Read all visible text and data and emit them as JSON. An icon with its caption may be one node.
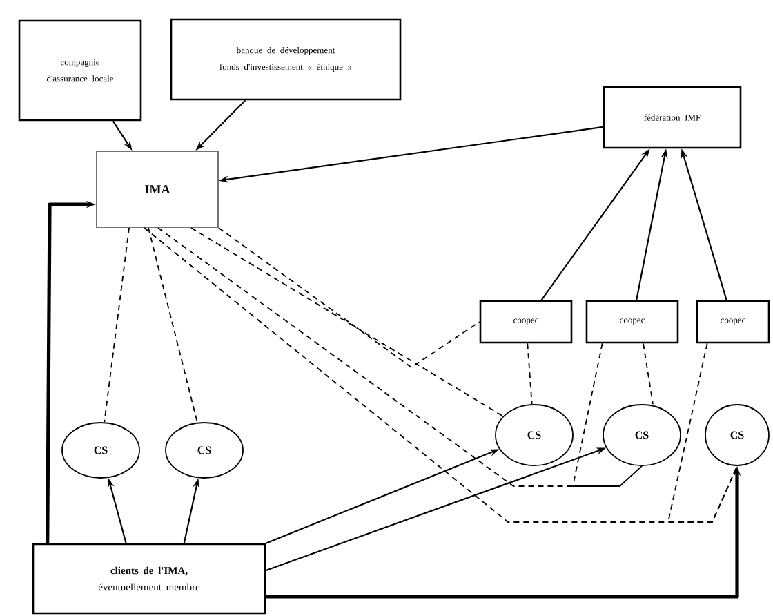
{
  "diagram": {
    "nodes": [
      {
        "text": [
          "compagnie d'assurance locale"
        ]
      },
      {
        "text": [
          "banque de développement",
          "fonds d'investissement « éthique »"
        ]
      },
      {
        "text": [
          "IMA"
        ]
      },
      {
        "text": [
          "fédération IMF"
        ]
      },
      {
        "text": [
          "coopec"
        ]
      },
      {
        "text": [
          "coopec"
        ]
      },
      {
        "text": [
          "coopec"
        ]
      },
      {
        "text": [
          "CS"
        ]
      },
      {
        "text": [
          "CS"
        ]
      },
      {
        "text": [
          "CS"
        ]
      },
      {
        "text": [
          "CS"
        ]
      },
      {
        "text": [
          "CS"
        ]
      },
      {
        "text": [
          "clients de l'IMA,",
          "éventuellement membre"
        ]
      }
    ],
    "edges": [
      {
        "from": 0,
        "to": 2,
        "arrow": "to"
      },
      {
        "from": 1,
        "to": 2,
        "arrow": "to"
      },
      {
        "from": 3,
        "to": 2,
        "arrow": "to"
      },
      {
        "from": 4,
        "to": 3,
        "arrow": "to"
      },
      {
        "from": 5,
        "to": 3,
        "arrow": "to"
      },
      {
        "from": 6,
        "to": 3,
        "arrow": "to"
      },
      {
        "from": 12,
        "to": 2,
        "arrow": "to",
        "style": "thick"
      },
      {
        "from": 12,
        "to": 7,
        "arrow": "to"
      },
      {
        "from": 12,
        "to": 8,
        "arrow": "to"
      },
      {
        "from": 12,
        "to": 9,
        "arrow": "to"
      },
      {
        "from": 12,
        "to": 10,
        "arrow": "to"
      },
      {
        "from": 12,
        "to": 11,
        "arrow": "to",
        "style": "thick"
      },
      {
        "from": 2,
        "to": 7,
        "arrow": "none",
        "style": "dashed"
      },
      {
        "from": 2,
        "to": 8,
        "arrow": "none",
        "style": "dashed"
      },
      {
        "from": 2,
        "to": 4,
        "arrow": "none",
        "style": "dashed"
      },
      {
        "from": 2,
        "to": 9,
        "arrow": "none",
        "style": "dashed"
      },
      {
        "from": 2,
        "to": 10,
        "arrow": "none",
        "style": "dashed"
      },
      {
        "from": 2,
        "to": 11,
        "arrow": "none",
        "style": "dashed"
      },
      {
        "from": 4,
        "to": 9,
        "arrow": "none",
        "style": "dashed"
      },
      {
        "from": 5,
        "to": 10,
        "arrow": "none",
        "style": "dashed"
      },
      {
        "from": 5,
        "to": 10,
        "arrow": "none",
        "style": "dashed"
      },
      {
        "from": 6,
        "to": 11,
        "arrow": "none",
        "style": "dashed"
      }
    ]
  }
}
